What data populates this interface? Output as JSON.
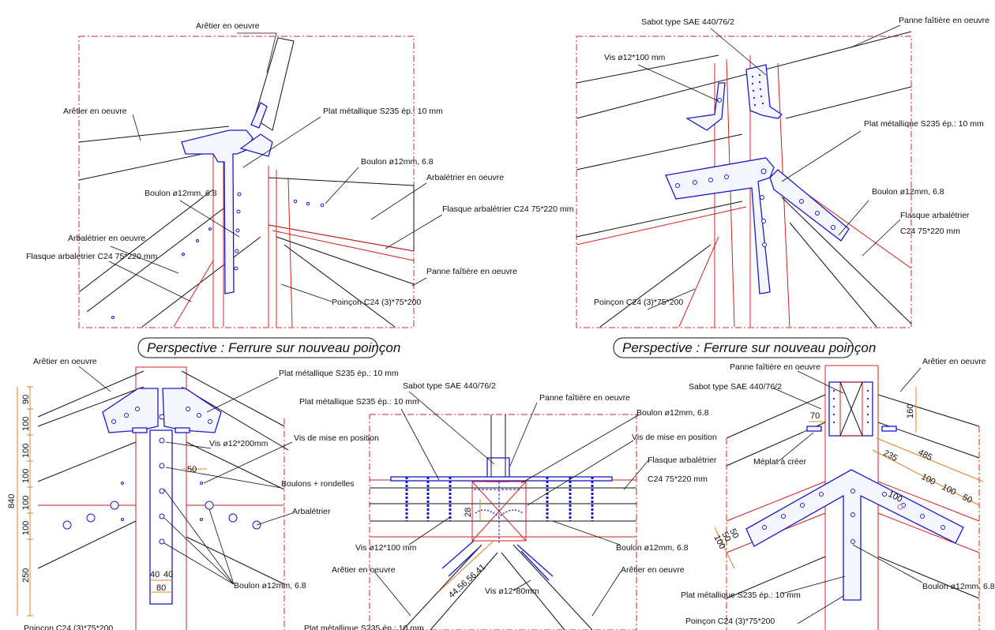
{
  "views": {
    "top_left": {
      "labels": {
        "arvetier1": "Arêtier en oeuvre",
        "arvetier2": "Arêtier en oeuvre",
        "plat": "Plat métallique S235 ép.: 10 mm",
        "boulon_a": "Boulon ø12mm, 6.8",
        "boulon_b": "Boulon ø12mm, 6.8",
        "arbaletrier_oe": "Arbalétrier en oeuvre",
        "arbaletrier_oe2": "Arbalétrier en oeuvre",
        "flasque_a": "Flasque arbalétrier C24 75*220 mm",
        "flasque_b": "Flasque arbalétrier C24 75*220 mm",
        "panne": "Panne faîtière en oeuvre",
        "poincon": "Poinçon C24 (3)*75*200"
      },
      "caption": "Perspective : Ferrure sur nouveau poinçon"
    },
    "top_right": {
      "labels": {
        "sabot": "Sabot type SAE 440/76/2",
        "panne": "Panne faîtière en oeuvre",
        "vis": "Vis ø12*100 mm",
        "plat": "Plat métallique S235 ép.: 10 mm",
        "boulon": "Boulon ø12mm, 6.8",
        "flasque1": "Flasque arbalétrier",
        "flasque2": "C24 75*220 mm",
        "poincon": "Poinçon C24 (3)*75*200"
      },
      "caption": "Perspective : Ferrure sur nouveau poinçon"
    },
    "bottom_left": {
      "labels": {
        "arvetier": "Arêtier en oeuvre",
        "plat": "Plat métallique S235 ép.: 10 mm",
        "vis200": "Vis ø12*200mm",
        "vis_pos": "Vis de mise en position",
        "boulons_rondelles": "Boulons + rondelles",
        "arbaletrier": "Arbalétrier",
        "boulon": "Boulon ø12mm, 6.8",
        "poincon_cut": "Poinçon C24 (3)*75*200"
      },
      "dims": [
        "90",
        "100",
        "100",
        "100",
        "100",
        "100",
        "250",
        "840",
        "50",
        "40",
        "40",
        "80"
      ]
    },
    "bottom_mid": {
      "labels": {
        "sabot": "Sabot type SAE 440/76/2",
        "panne": "Panne faîtière en oeuvre",
        "plat": "Plat métallique S235 ép.: 10 mm",
        "boulon_top": "Boulon ø12mm, 6.8",
        "vis_pos": "Vis de mise en position",
        "flasque1": "Flasque arbalétrier",
        "flasque2": "C24 75*220 mm",
        "vis100": "Vis ø12*100 mm",
        "boulon_bot": "Boulon ø12mm, 6.8",
        "arvetier_l": "Arêtier en oeuvre",
        "arvetier_r": "Arêtier en oeuvre",
        "vis80": "Vis ø12*80mm",
        "plat_cut": "Plat métallique S235 ép.: 10 mm"
      },
      "dims": [
        "28",
        "44,56,56,41"
      ]
    },
    "bottom_right": {
      "labels": {
        "panne": "Panne faîtière en oeuvre",
        "arvetier": "Arêtier en oeuvre",
        "sabot": "Sabot type SAE 440/76/2",
        "meplat": "Méplat à créer",
        "boulon": "Boulon ø12mm, 6.8",
        "plat": "Plat métallique S235 ép.: 10 mm",
        "poincon": "Poinçon C24 (3)*75*200"
      },
      "dims": [
        "70",
        "160",
        "235",
        "485",
        "100",
        "100",
        "50",
        "100",
        "50",
        "50",
        "100"
      ]
    }
  }
}
